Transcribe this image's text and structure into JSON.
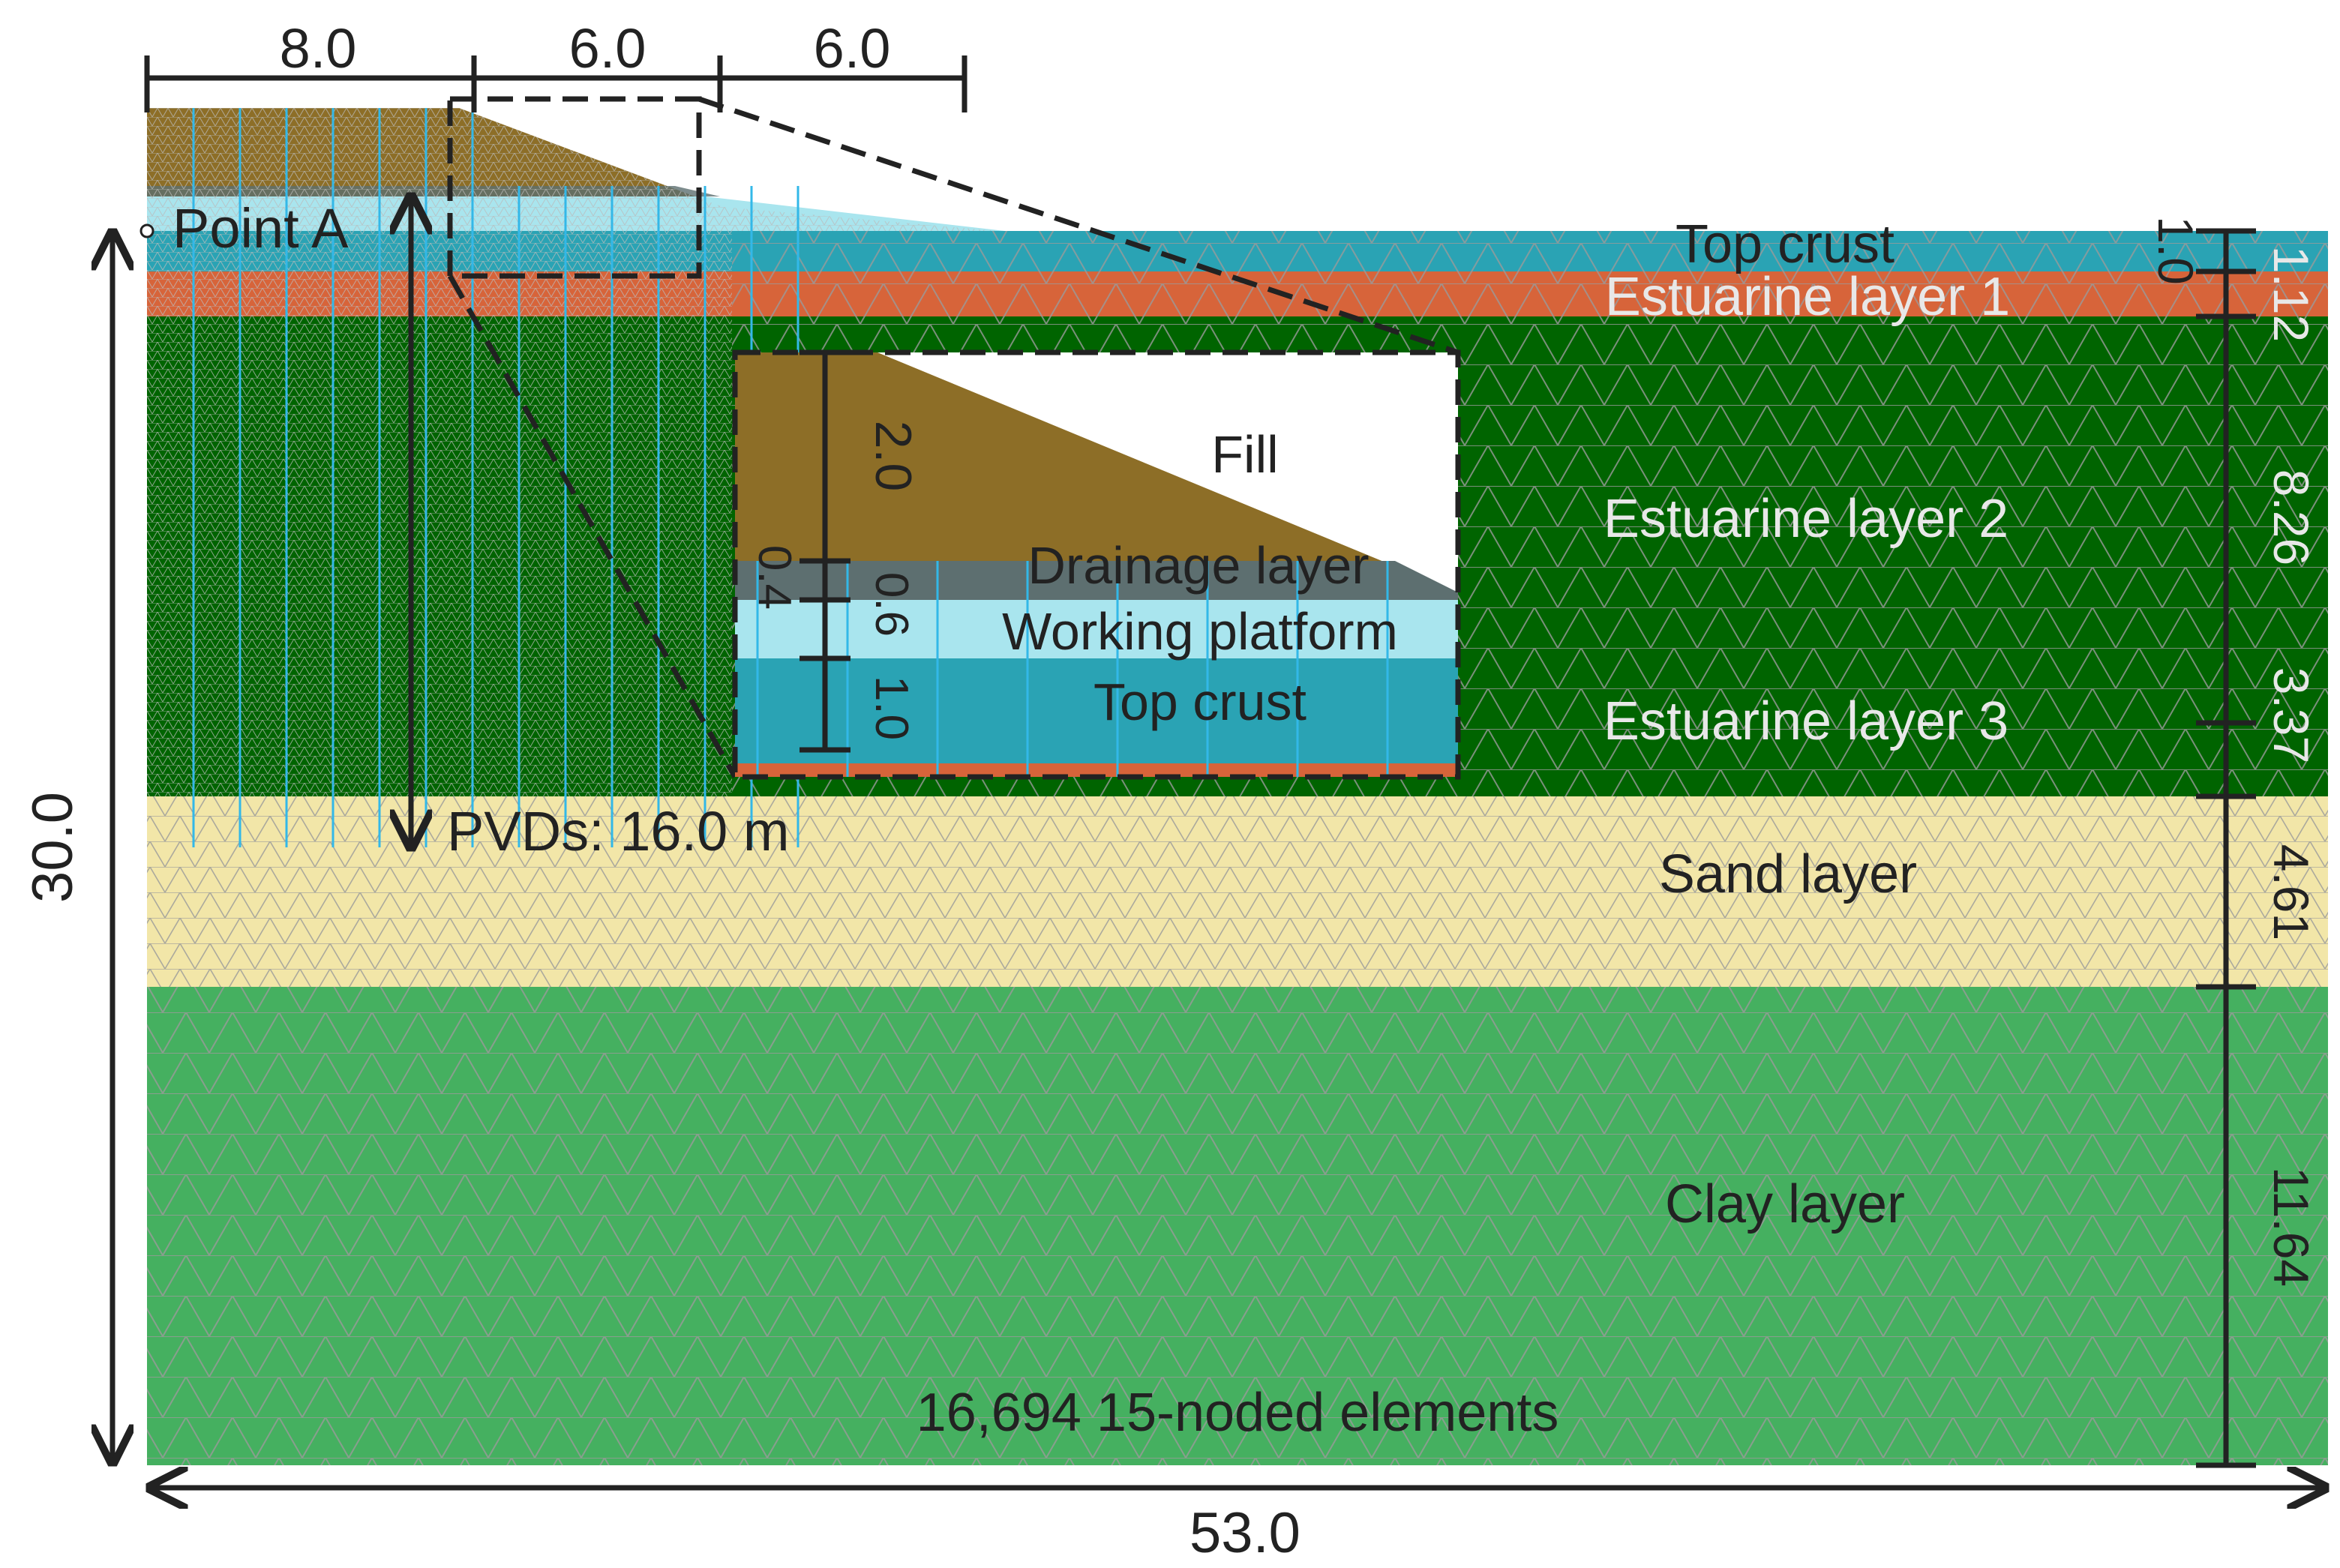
{
  "figure": {
    "width_label": "53.0",
    "height_label": "30.0",
    "element_count_label": "16,694 15-noded elements",
    "point_label": "Point A",
    "pvd_label": "PVDs: 16.0 m"
  },
  "top_dimensions": [
    "8.0",
    "6.0",
    "6.0"
  ],
  "layers": [
    {
      "name": "Top crust",
      "thickness": "1.0",
      "color": "#2aa3b4"
    },
    {
      "name": "Estuarine layer 1",
      "thickness": "1.12",
      "color": "#d7643a"
    },
    {
      "name": "Estuarine layer 2",
      "thickness": "8.26",
      "color": "#006400"
    },
    {
      "name": "Estuarine layer 3",
      "thickness": "3.37",
      "color": "#006400"
    },
    {
      "name": "Sand layer",
      "thickness": "4.61",
      "color": "#f2e6a8"
    },
    {
      "name": "Clay layer",
      "thickness": "11.64",
      "color": "#45b060"
    }
  ],
  "inset": {
    "layers": [
      {
        "name": "Fill",
        "thickness": "2.0",
        "color": "#8d6e27"
      },
      {
        "name": "Drainage layer",
        "thickness": "0.4",
        "color": "#5d6f70"
      },
      {
        "name": "Working platform",
        "thickness": "0.6",
        "color": "#a9e5ee"
      },
      {
        "name": "Top crust",
        "thickness": "1.0",
        "color": "#2aa3b4"
      }
    ]
  },
  "colors": {
    "embankment_fill": "#8d6e27",
    "drainage": "#5d6f70",
    "platform": "#a9e5ee",
    "pvd_lines": "#33b8e8",
    "mesh_lines": "#9a9a9a",
    "annotation": "#222222"
  }
}
